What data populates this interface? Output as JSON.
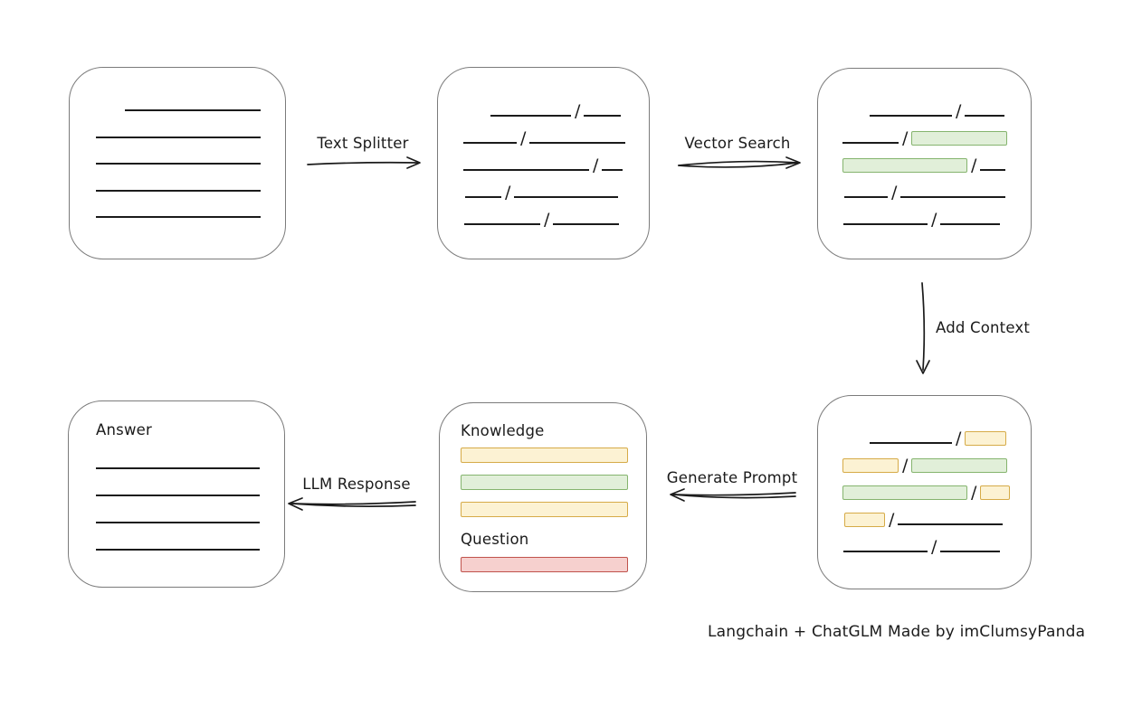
{
  "glyphs": {
    "slash": "/"
  },
  "colors": {
    "line": "#1b1b1b",
    "box_border": "#7b7b7b",
    "green_fill": "#e1efd9",
    "green_border": "#85b46e",
    "yellow_fill": "#fcf2d3",
    "yellow_border": "#d6ab48",
    "red_fill": "#f6d0ce",
    "red_border": "#c0524c"
  },
  "labels": {
    "text_splitter": "Text Splitter",
    "vector_search": "Vector Search",
    "add_context": "Add Context",
    "generate_prompt": "Generate Prompt",
    "llm_response": "LLM Response",
    "caption": "Langchain + ChatGLM Made by imClumsyPanda"
  },
  "document_box": {
    "lines": [
      {
        "indent": 32,
        "w": 150
      },
      {
        "indent": 0,
        "w": 182
      },
      {
        "indent": 0,
        "w": 182
      },
      {
        "indent": 0,
        "w": 182
      },
      {
        "indent": 0,
        "w": 182
      }
    ]
  },
  "split_box": {
    "rows": [
      {
        "indent": 30,
        "left": {
          "kind": "line",
          "w": 89
        },
        "right": {
          "kind": "line",
          "w": 41
        }
      },
      {
        "indent": 0,
        "left": {
          "kind": "line",
          "w": 59
        },
        "right": {
          "kind": "line",
          "w": 106
        }
      },
      {
        "indent": 0,
        "left": {
          "kind": "line",
          "w": 139
        },
        "right": {
          "kind": "line",
          "w": 23
        }
      },
      {
        "indent": 2,
        "left": {
          "kind": "line",
          "w": 40
        },
        "right": {
          "kind": "line",
          "w": 115
        }
      },
      {
        "indent": 1,
        "left": {
          "kind": "line",
          "w": 84
        },
        "right": {
          "kind": "line",
          "w": 73
        }
      }
    ]
  },
  "search_box": {
    "rows": [
      {
        "indent": 30,
        "left": {
          "kind": "line",
          "w": 91
        },
        "right": {
          "kind": "line",
          "w": 44
        }
      },
      {
        "indent": 0,
        "left": {
          "kind": "line",
          "w": 62
        },
        "right": {
          "kind": "green",
          "w": 106
        }
      },
      {
        "indent": 0,
        "left": {
          "kind": "green",
          "w": 138
        },
        "right": {
          "kind": "line",
          "w": 28
        }
      },
      {
        "indent": 2,
        "left": {
          "kind": "line",
          "w": 48
        },
        "right": {
          "kind": "line",
          "w": 116
        }
      },
      {
        "indent": 1,
        "left": {
          "kind": "line",
          "w": 93
        },
        "right": {
          "kind": "line",
          "w": 66
        }
      }
    ]
  },
  "context_box": {
    "rows": [
      {
        "indent": 30,
        "left": {
          "kind": "line",
          "w": 91
        },
        "right": {
          "kind": "yellow",
          "w": 46
        }
      },
      {
        "indent": 0,
        "left": {
          "kind": "yellow",
          "w": 62
        },
        "right": {
          "kind": "green",
          "w": 106
        }
      },
      {
        "indent": 0,
        "left": {
          "kind": "green",
          "w": 138
        },
        "right": {
          "kind": "yellow",
          "w": 33
        }
      },
      {
        "indent": 2,
        "left": {
          "kind": "yellow",
          "w": 45
        },
        "right": {
          "kind": "line",
          "w": 116
        }
      },
      {
        "indent": 1,
        "left": {
          "kind": "line",
          "w": 93
        },
        "right": {
          "kind": "line",
          "w": 66
        }
      }
    ]
  },
  "prompt_box": {
    "knowledge_label": "Knowledge",
    "question_label": "Question",
    "knowledge_bars": [
      {
        "kind": "yellow"
      },
      {
        "kind": "green"
      },
      {
        "kind": "yellow"
      }
    ],
    "question_bars": [
      {
        "kind": "red"
      }
    ]
  },
  "answer_box": {
    "title": "Answer",
    "lines": [
      {
        "indent": 0,
        "w": 181
      },
      {
        "indent": 0,
        "w": 181
      },
      {
        "indent": 0,
        "w": 181
      },
      {
        "indent": 0,
        "w": 181
      }
    ]
  }
}
